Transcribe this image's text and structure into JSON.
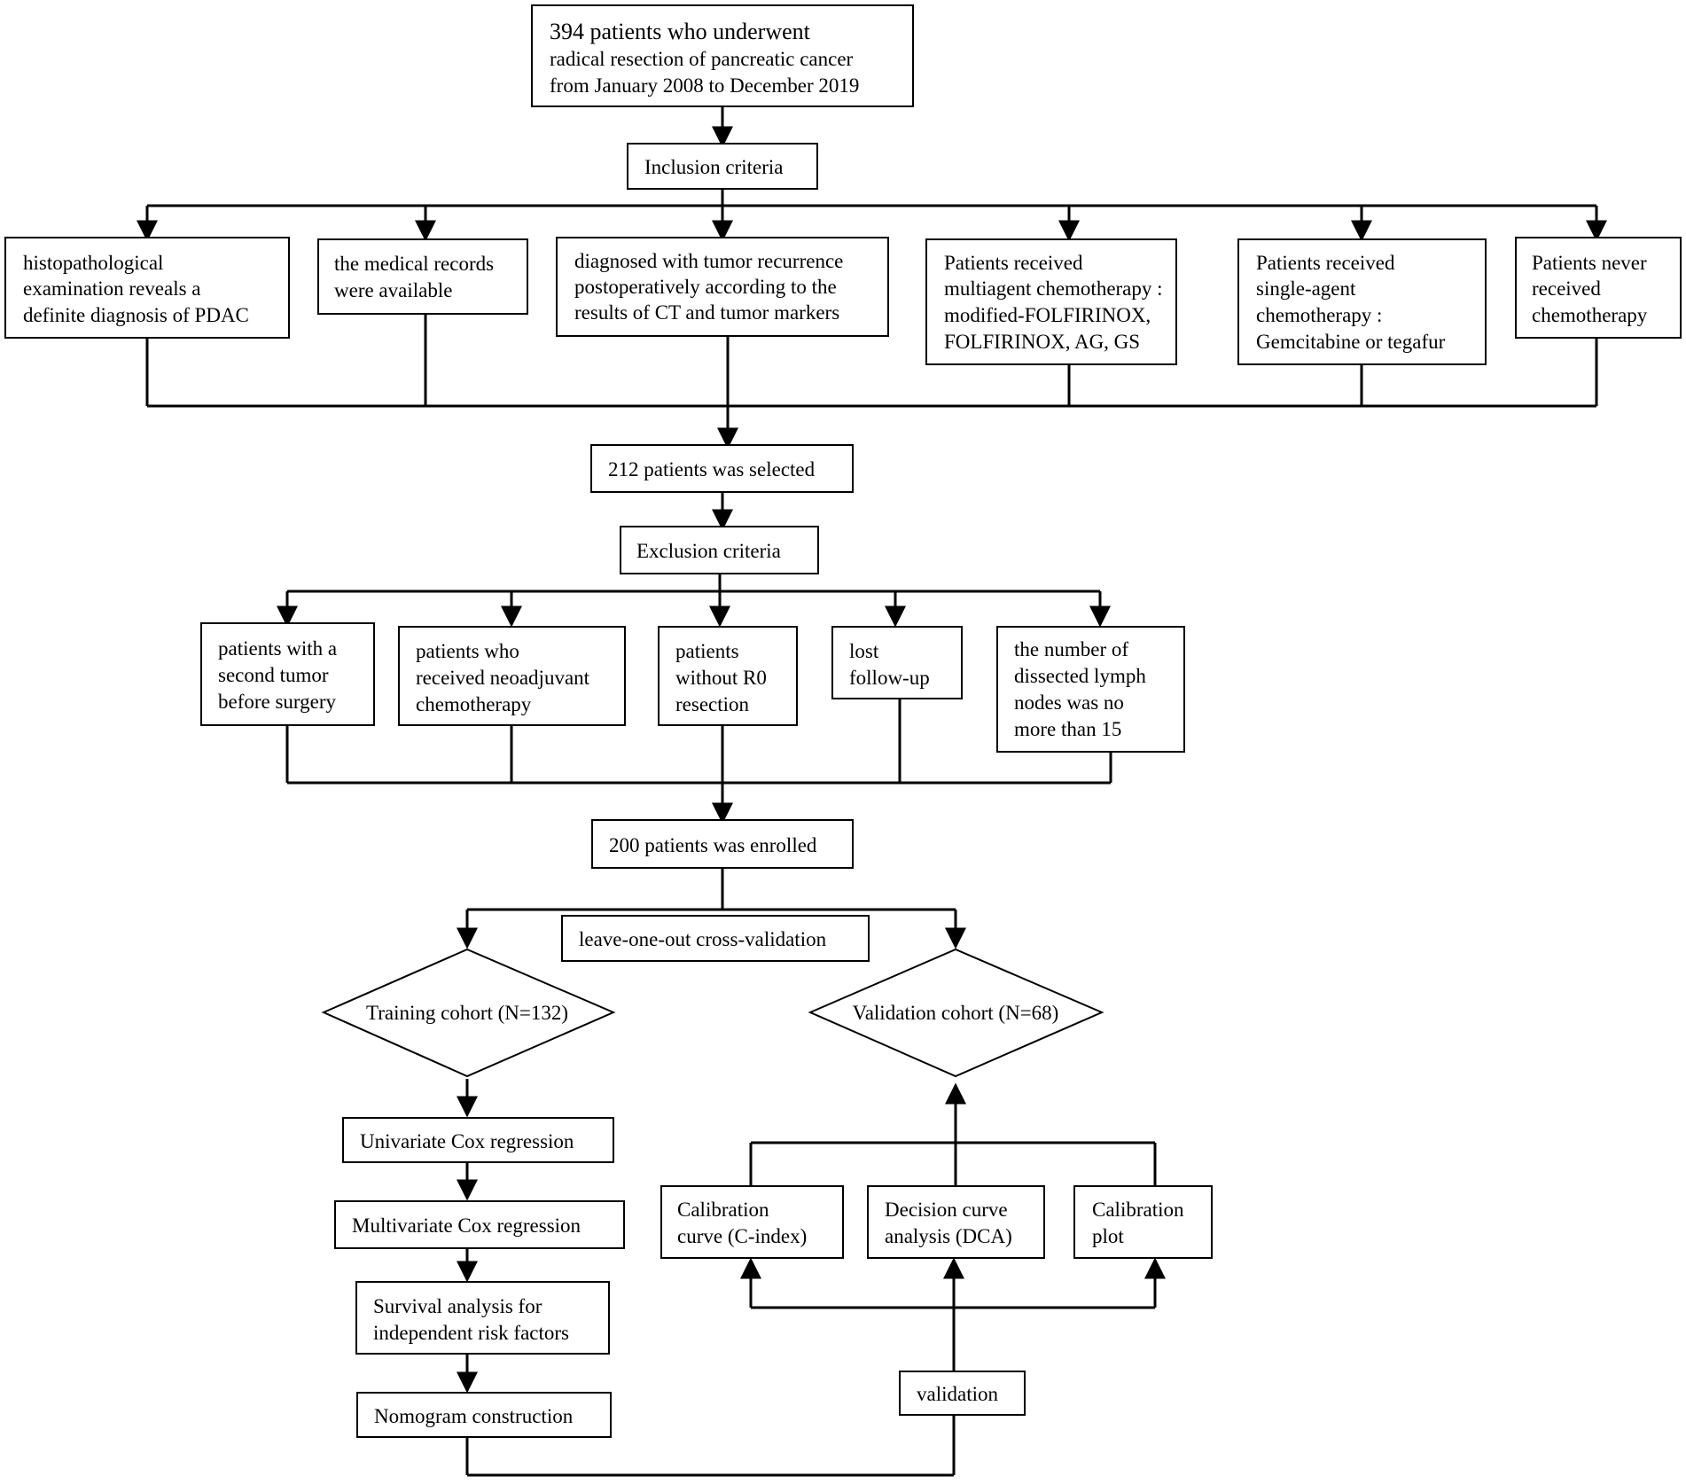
{
  "nodes": {
    "start": [
      "394 patients who underwent",
      "radical resection of pancreatic cancer",
      "from January 2008 to December 2019"
    ],
    "inclusion": [
      "Inclusion criteria"
    ],
    "inc1": [
      "histopathological",
      "examination reveals a",
      "definite diagnosis of PDAC"
    ],
    "inc2": [
      "the medical records",
      "were available"
    ],
    "inc3": [
      "diagnosed with tumor recurrence",
      "postoperatively according to the",
      "results of CT and tumor markers"
    ],
    "inc4": [
      "Patients received",
      "multiagent chemotherapy :",
      "modified-FOLFIRINOX,",
      "FOLFIRINOX, AG, GS"
    ],
    "inc5": [
      "Patients received",
      "single-agent",
      "chemotherapy :",
      "Gemcitabine or tegafur"
    ],
    "inc6": [
      "Patients never",
      "received",
      "chemotherapy"
    ],
    "selected": [
      "212 patients was selected"
    ],
    "exclusion": [
      "Exclusion criteria"
    ],
    "exc1": [
      "patients with a",
      "second tumor",
      "before surgery"
    ],
    "exc2": [
      "patients who",
      "received neoadjuvant",
      "chemotherapy"
    ],
    "exc3": [
      "patients",
      "without R0",
      "resection"
    ],
    "exc4": [
      "lost",
      "follow-up"
    ],
    "exc5": [
      "the number of",
      "dissected lymph",
      "nodes was no",
      "more than 15"
    ],
    "enrolled": [
      "200 patients was enrolled"
    ],
    "loocv": [
      "leave-one-out cross-validation"
    ],
    "training": [
      "Training cohort (N=132)"
    ],
    "validation_cohort": [
      "Validation cohort (N=68)"
    ],
    "univariate": [
      "Univariate Cox regression"
    ],
    "multivariate": [
      "Multivariate Cox regression"
    ],
    "survival": [
      "Survival analysis for",
      "independent risk factors"
    ],
    "nomogram": [
      "Nomogram construction"
    ],
    "cal_curve": [
      "Calibration",
      "curve (C-index)"
    ],
    "dca": [
      "Decision curve",
      "analysis  (DCA)"
    ],
    "cal_plot": [
      "Calibration",
      "plot"
    ],
    "validation": [
      "validation"
    ]
  }
}
